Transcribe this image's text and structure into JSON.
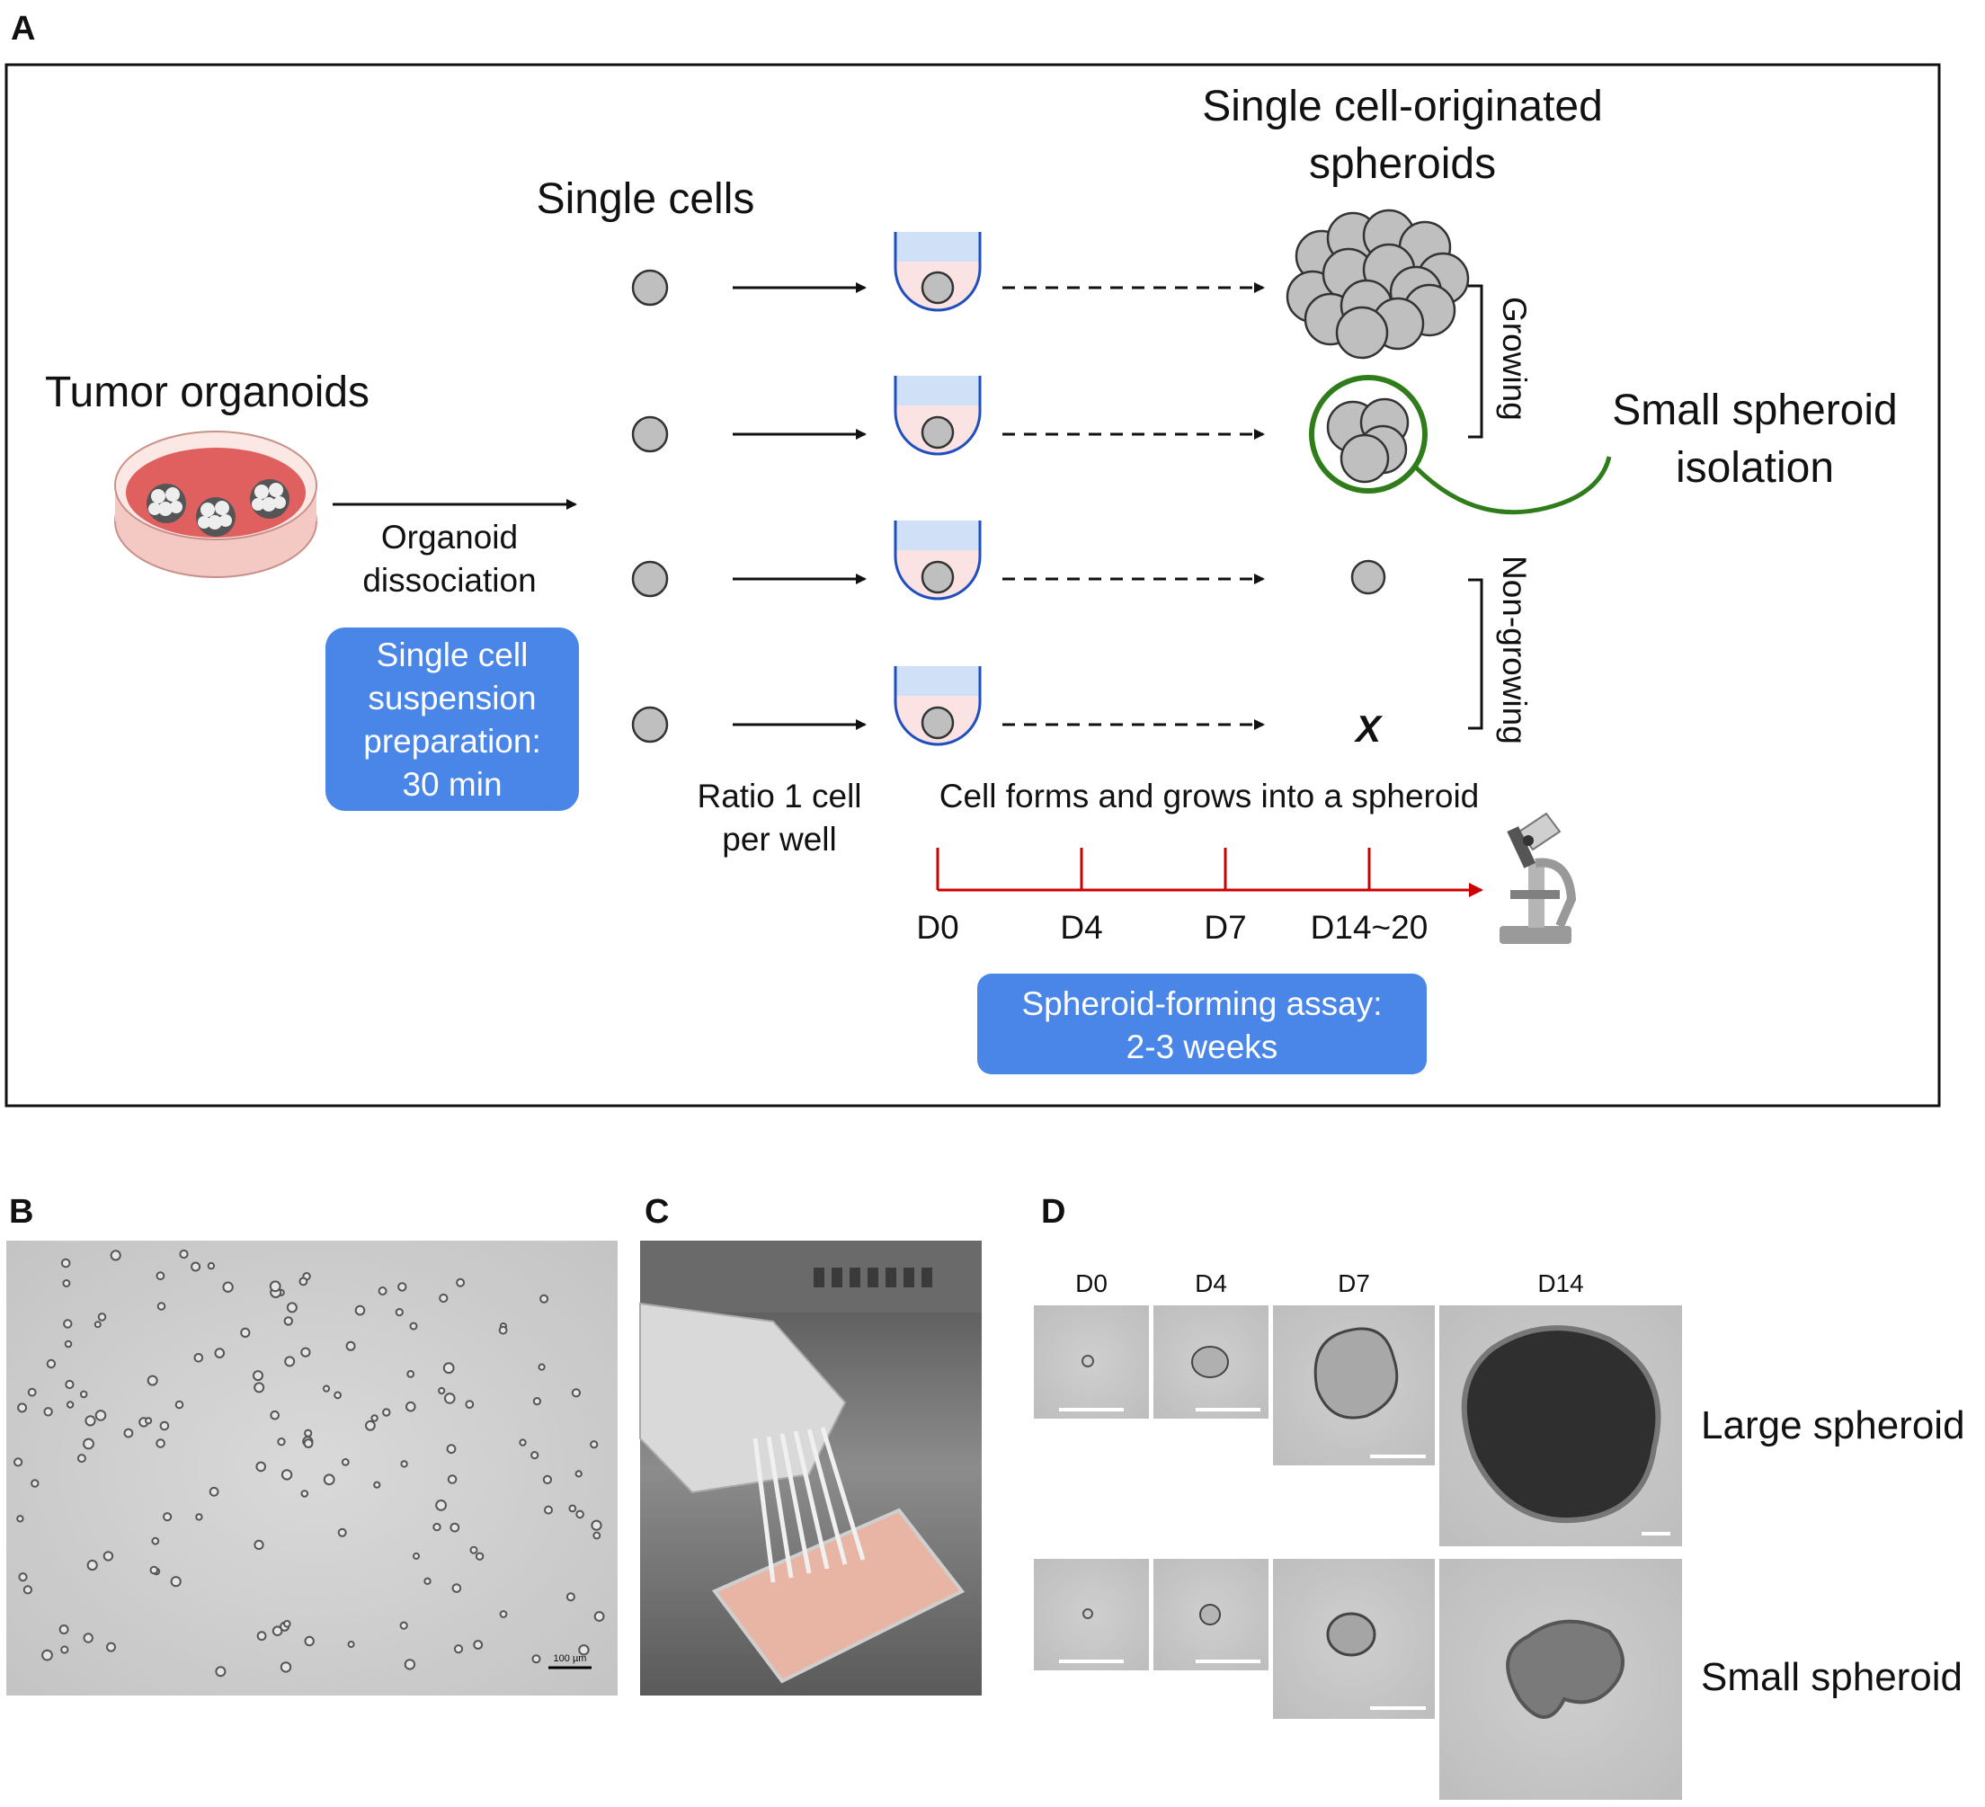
{
  "panels": {
    "a": "A",
    "b": "B",
    "c": "C",
    "d": "D"
  },
  "diagram": {
    "tumor_organoids": "Tumor organoids",
    "organoid_dissociation": [
      "Organoid",
      "dissociation"
    ],
    "prep_box": [
      "Single cell",
      "suspension",
      "preparation:",
      "30 min"
    ],
    "single_cells": "Single cells",
    "ratio": [
      "Ratio 1 cell",
      "per well"
    ],
    "spheroids_title": [
      "Single cell-originated",
      "spheroids"
    ],
    "growing": "Growing",
    "non_growing": "Non-growing",
    "small_isolation": [
      "Small spheroid",
      "isolation"
    ],
    "x_mark": "X",
    "cell_forms": "Cell forms and grows into a spheroid",
    "days": [
      "D0",
      "D4",
      "D7",
      "D14~20"
    ],
    "assay_box": [
      "Spheroid-forming assay:",
      "2-3 weeks"
    ]
  },
  "panel_b": {
    "scale_label": "100 µm"
  },
  "panel_d": {
    "days": [
      "D0",
      "D4",
      "D7",
      "D14"
    ],
    "rows": [
      "Large spheroid",
      "Small spheroid"
    ]
  },
  "colors": {
    "blue_box": "#4a86e8",
    "green_circle": "#2e7d1a",
    "red_timeline": "#cc0000",
    "well_outline": "#1f4fbf",
    "well_top": "#cfe0f7",
    "well_bottom": "#fbe3e3",
    "cell_fill": "#bfbfbf",
    "dish_medium": "#e06060"
  }
}
